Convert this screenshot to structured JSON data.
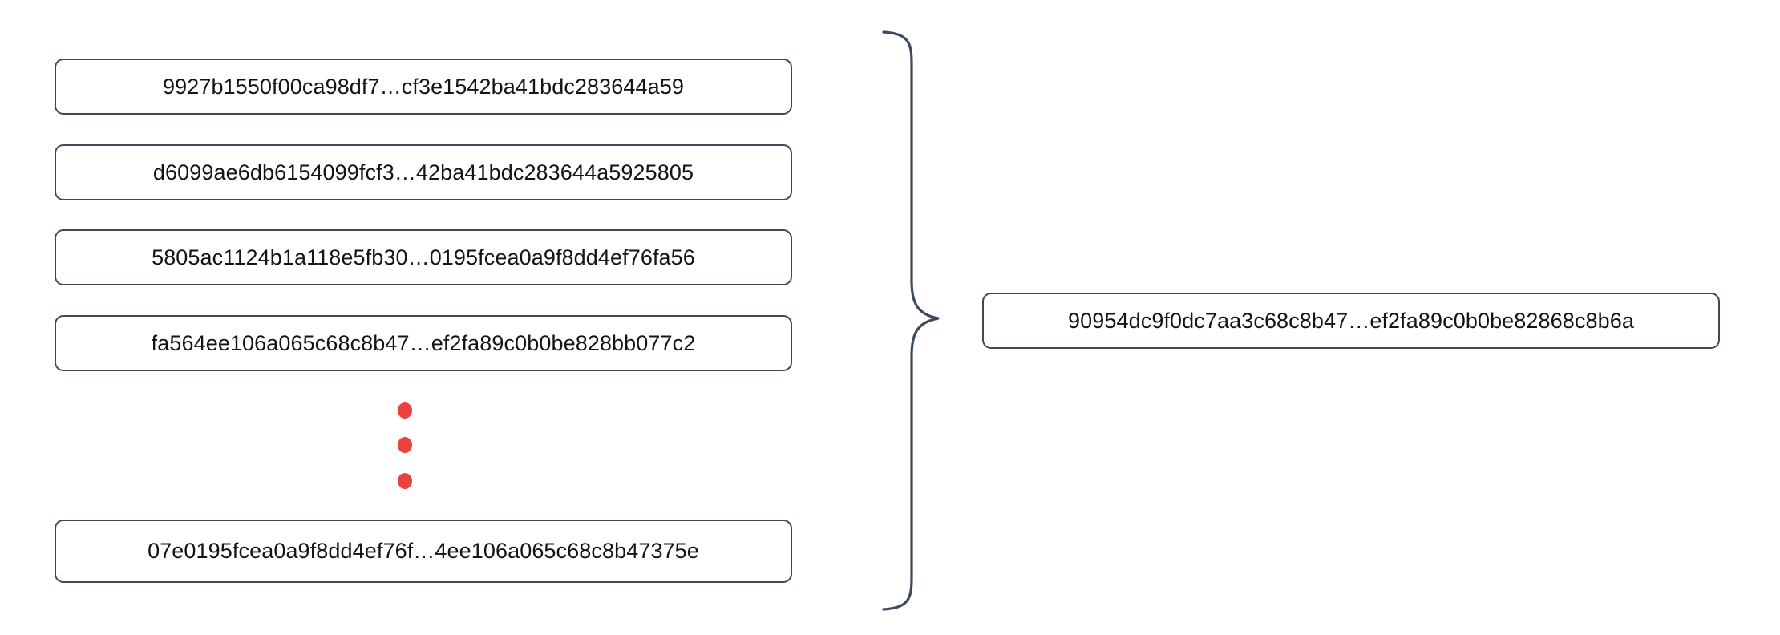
{
  "diagram": {
    "title": "Merkle-style hash aggregation diagram",
    "colors": {
      "box_border": "#3d4a5c",
      "box_fill": "#ffffff",
      "text": "#141414",
      "dot": "#e8433e",
      "brace": "#3d4a5c",
      "background": "#ffffff"
    },
    "inputs": {
      "label": "input hash list",
      "items": [
        {
          "id": "input-hash-1",
          "text": "9927b1550f00ca98df7…cf3e1542ba41bdc283644a59"
        },
        {
          "id": "input-hash-2",
          "text": "d6099ae6db6154099fcf3…42ba41bdc283644a5925805"
        },
        {
          "id": "input-hash-3",
          "text": "5805ac1124b1a118e5fb30…0195fcea0a9f8dd4ef76fa56"
        },
        {
          "id": "input-hash-4",
          "text": "fa564ee106a065c68c8b47…ef2fa89c0b0be828bb077c2"
        },
        {
          "id": "input-hash-last",
          "text": "07e0195fcea0a9f8dd4ef76f…4ee106a065c68c8b47375e"
        }
      ]
    },
    "ellipsis": {
      "label": "vertical ellipsis indicating omitted hashes",
      "dot_count": 3
    },
    "brace": {
      "label": "grouping brace",
      "orientation": "right-pointing",
      "glyph": "}"
    },
    "output": {
      "label": "aggregated hash",
      "id": "output-hash",
      "text": "90954dc9f0dc7aa3c68c8b47…ef2fa89c0b0be82868c8b6a"
    }
  }
}
